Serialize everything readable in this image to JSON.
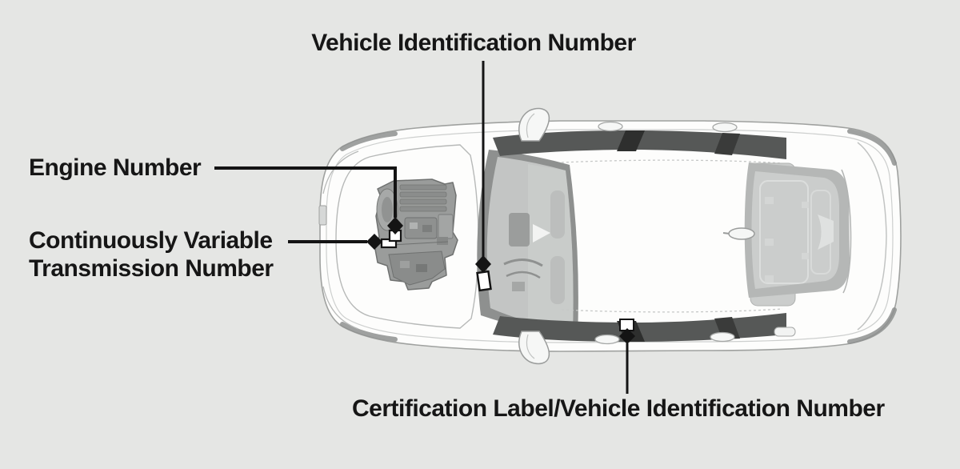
{
  "figure": {
    "description": "Top view line illustration of a sedan (front facing left) with callout markers showing locations of vehicle identification items",
    "background": "#e5e6e4"
  },
  "labels": {
    "vin": "Vehicle Identification Number",
    "engine_number": "Engine Number",
    "cvt_line1": "Continuously Variable",
    "cvt_line2": "Transmission Number",
    "certification": "Certification Label/Vehicle Identification Number"
  },
  "callouts": [
    {
      "name": "vehicle-identification-number",
      "marker": "diamond-with-plate",
      "location": "windshield base, driver side"
    },
    {
      "name": "engine-number",
      "marker": "diamond-with-plate",
      "location": "engine block, front of car"
    },
    {
      "name": "continuously-variable-transmission-number",
      "marker": "diamond-with-plate",
      "location": "transmission housing beside engine"
    },
    {
      "name": "certification-label-vehicle-identification-number",
      "marker": "diamond-with-plate",
      "location": "driver side door sill"
    }
  ],
  "colors": {
    "label_text": "#161616",
    "leader_line": "#141414",
    "marker_diamond": "#141414",
    "plate_fill": "#ffffff",
    "car_body": "#fdfdfc",
    "car_outline": "#9fa19f",
    "windshield_glass": "#c3c5c4",
    "windshield_frame": "#8e908f",
    "rear_window_frame": "#b5b7b6",
    "side_glass": "#565857",
    "engine_gray": "#9a9c9b"
  }
}
